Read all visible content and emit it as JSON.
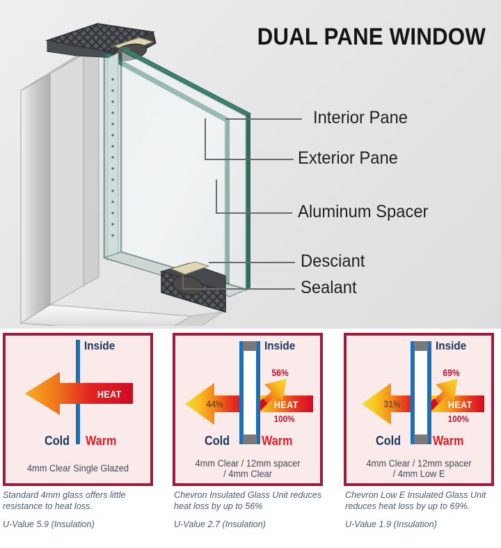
{
  "header": {
    "title": "DUAL PANE WINDOW"
  },
  "diagram": {
    "name": "dual-pane-window-cutaway",
    "callouts": [
      {
        "id": "interior-pane",
        "label": "Interior Pane"
      },
      {
        "id": "exterior-pane",
        "label": "Exterior Pane"
      },
      {
        "id": "aluminum-spacer",
        "label": "Aluminum Spacer"
      },
      {
        "id": "desciant",
        "label": "Desciant"
      },
      {
        "id": "sealant",
        "label": "Sealant"
      }
    ],
    "colors": {
      "frame": "#c9c9c9",
      "glass": "#2f6b5e",
      "leader_line": "#6a6a6a",
      "background": "#e6e6e6"
    }
  },
  "panels": [
    {
      "id": "single-glazed",
      "inside_label": "Inside",
      "cold_label": "Cold",
      "warm_label": "Warm",
      "heat_label": "HEAT",
      "heat_base_pct": "",
      "loss_pct": "",
      "retained_pct": "",
      "caption": "4mm Clear Single Glazed",
      "panes": 1
    },
    {
      "id": "clear-igu",
      "inside_label": "Inside",
      "cold_label": "Cold",
      "warm_label": "Warm",
      "heat_label": "HEAT",
      "heat_base_pct": "100%",
      "loss_pct": "44%",
      "retained_pct": "56%",
      "caption": "4mm Clear / 12mm spacer / 4mm Clear",
      "caption_line1": "4mm Clear / 12mm spacer",
      "caption_line2": "/ 4mm Clear",
      "panes": 2
    },
    {
      "id": "low-e-igu",
      "inside_label": "Inside",
      "cold_label": "Cold",
      "warm_label": "Warm",
      "heat_label": "HEAT",
      "heat_base_pct": "100%",
      "loss_pct": "31%",
      "retained_pct": "69%",
      "caption": "4mm Clear / 12mm spacer / 4mm Low E",
      "caption_line1": "4mm Clear / 12mm spacer",
      "caption_line2": "/ 4mm Low E",
      "panes": 2
    }
  ],
  "footnotes": [
    {
      "id": "single-glazed-note",
      "text": "Standard 4mm glass offers little resistance to heat loss.",
      "u_value": "U-Value 5.9 (Insulation)"
    },
    {
      "id": "clear-igu-note",
      "text": "Chevron Insulated Glass Unit reduces heat loss by up to 56%",
      "u_value": "U-Value 2.7 (Insulation)"
    },
    {
      "id": "low-e-igu-note",
      "text": "Chevron Low E Insulated Glass Unit reduces heat loss by up to 69%.",
      "u_value": "U-Value 1.9 (Insulation)"
    }
  ],
  "theme": {
    "panel_border": "#9d1b3d",
    "panel_fill": "#fbeaea",
    "pane_blue": "#1f6fb4",
    "inside_navy": "#17365d",
    "warm_red": "#e01b24",
    "heat_red": "#d81028",
    "arrow_orange": "#f7a81b",
    "arrow_yellow": "#f4cf28",
    "spacer_gray": "#77797c"
  }
}
